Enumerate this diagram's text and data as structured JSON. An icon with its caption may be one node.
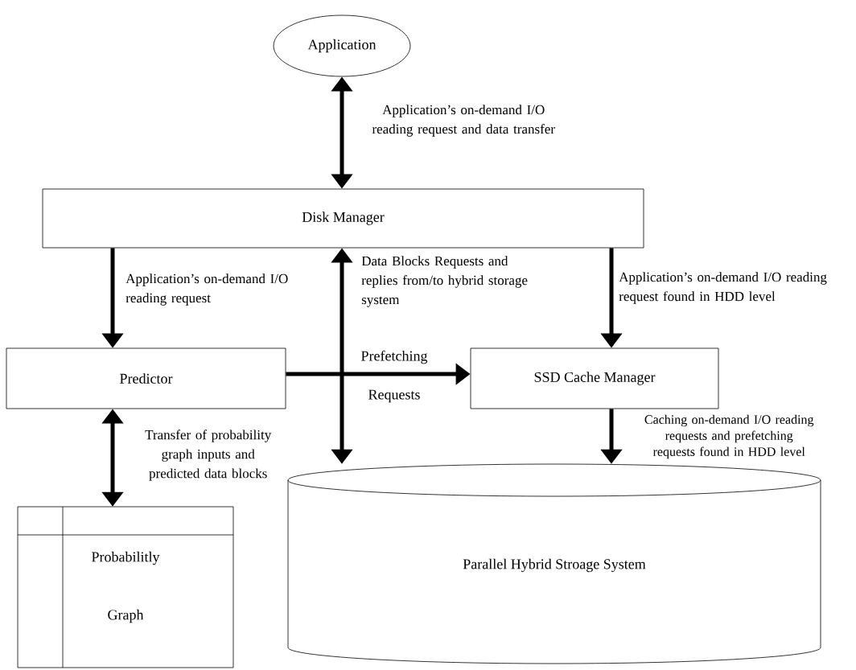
{
  "diagram": {
    "nodes": [
      {
        "text": [
          "Application"
        ]
      },
      {
        "text": [
          "Disk Manager"
        ]
      },
      {
        "text": [
          "Predictor"
        ]
      },
      {
        "text": [
          "SSD Cache Manager"
        ]
      },
      {
        "text": [
          "Probabilitly Graph"
        ]
      },
      {
        "text": [
          "Parallel Hybrid Stroage System"
        ]
      }
    ],
    "edges": [
      {
        "from": 0,
        "to": 1,
        "arrow": "both",
        "label": "Application’s on-demand I/O reading request and data transfer"
      },
      {
        "from": 1,
        "to": 2,
        "arrow": "to",
        "label": "Application’s on-demand I/O reading request"
      },
      {
        "from": 1,
        "to": 5,
        "arrow": "both",
        "label": "Data Blocks Requests and replies from/to hybrid storage system"
      },
      {
        "from": 2,
        "to": 3,
        "arrow": "to",
        "label": "Prefetching Requests"
      },
      {
        "from": 1,
        "to": 3,
        "arrow": "to",
        "label": "Application’s on-demand I/O reading request found in HDD level"
      },
      {
        "from": 2,
        "to": 4,
        "arrow": "both",
        "label": "Transfer of probability graph inputs and predicted data blocks"
      },
      {
        "from": 3,
        "to": 5,
        "arrow": "to",
        "label": "Caching on-demand I/O reading requests and prefetching requests found in HDD level"
      }
    ]
  }
}
